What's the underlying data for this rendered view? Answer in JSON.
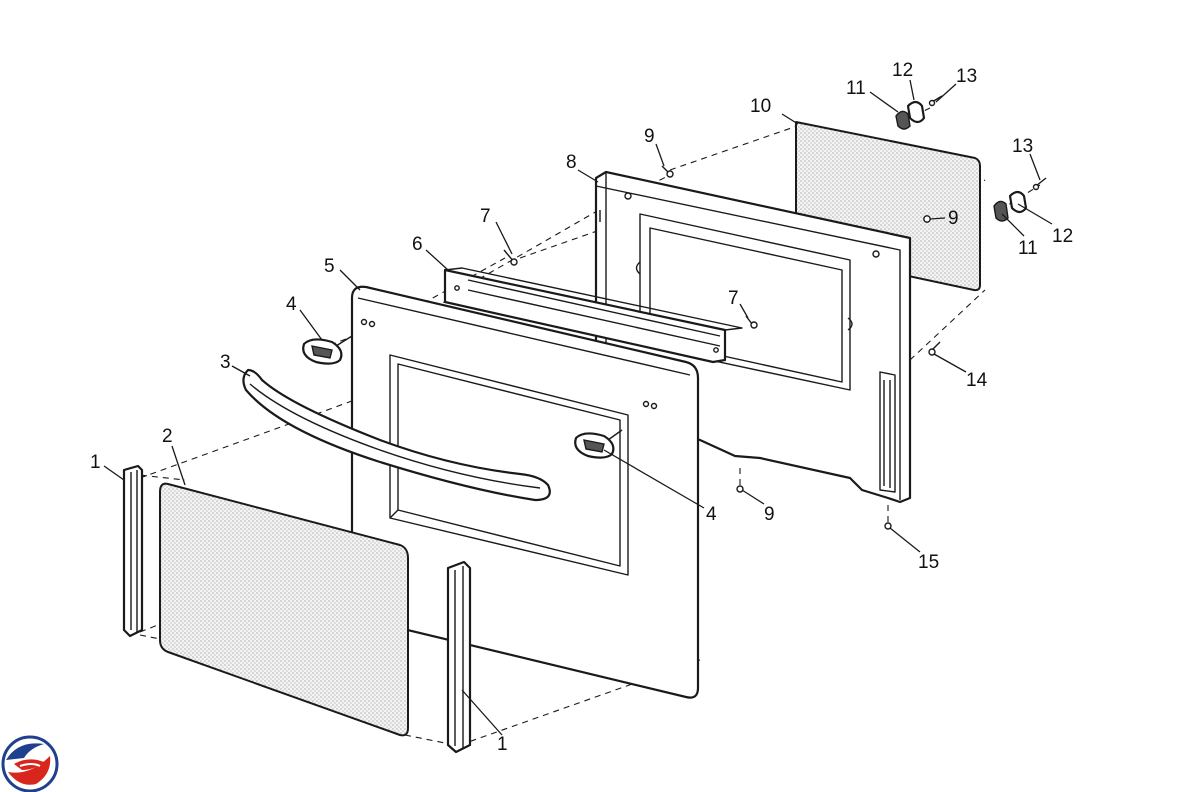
{
  "callouts": {
    "c1a": "1",
    "c1b": "1",
    "c2": "2",
    "c3": "3",
    "c4a": "4",
    "c4b": "4",
    "c5": "5",
    "c6": "6",
    "c7a": "7",
    "c7b": "7",
    "c8": "8",
    "c9a": "9",
    "c9b": "9",
    "c9c": "9",
    "c10": "10",
    "c11a": "11",
    "c11b": "11",
    "c12a": "12",
    "c12b": "12",
    "c13a": "13",
    "c13b": "13",
    "c14": "14",
    "c15": "15"
  },
  "logo": {
    "colors": {
      "blue": "#1f3f8f",
      "red": "#d9261c"
    }
  },
  "icons": {
    "logo": "brand-swirl-logo"
  }
}
